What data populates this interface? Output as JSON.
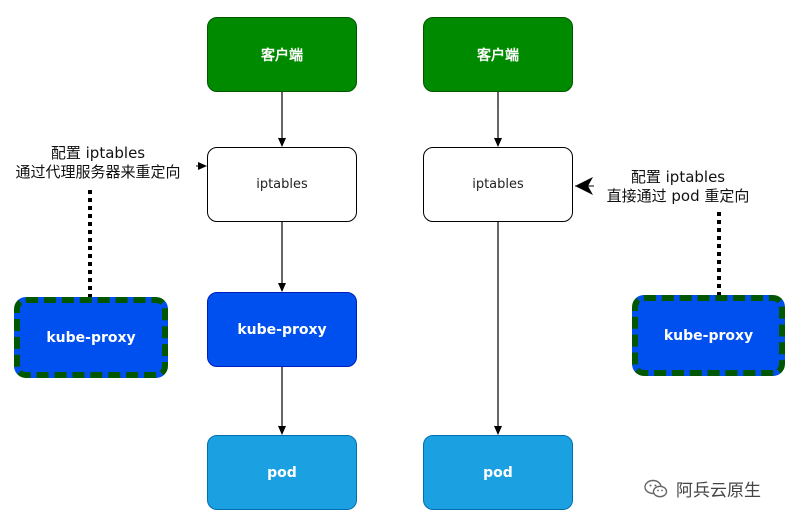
{
  "left": {
    "client": "客户端",
    "iptables": "iptables",
    "kube_proxy_main": "kube-proxy",
    "pod": "pod",
    "kube_proxy_side": "kube-proxy",
    "note_line1": "配置 iptables",
    "note_line2": "通过代理服务器来重定向"
  },
  "right": {
    "client": "客户端",
    "iptables": "iptables",
    "pod": "pod",
    "kube_proxy_side": "kube-proxy",
    "note_line1": "配置 iptables",
    "note_line2": "直接通过 pod 重定向"
  },
  "watermark": {
    "text": "阿兵云原生",
    "icon": "wechat-icon"
  },
  "colors": {
    "client": "#008a00",
    "kube_proxy": "#0050ef",
    "pod": "#1ba1e2",
    "dash_border": "#005700"
  }
}
